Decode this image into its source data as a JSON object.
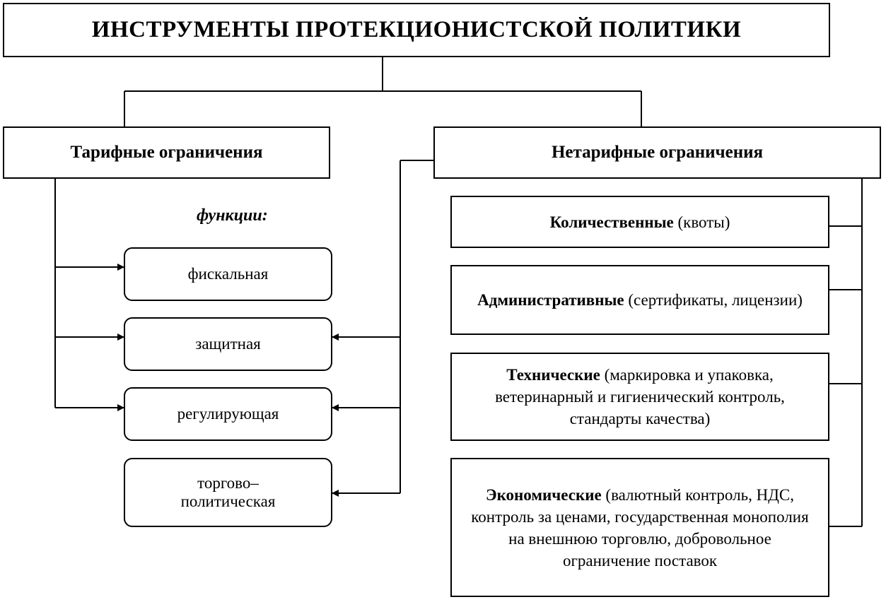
{
  "title": "ИНСТРУМЕНТЫ ПРОТЕКЦИОНИСТСКОЙ ПОЛИТИКИ",
  "tariff": {
    "header": "Тарифные ограничения",
    "functions_label": "функции:",
    "functions": [
      "фискальная",
      "защитная",
      "регулирующая",
      "торгово–\nполитическая"
    ]
  },
  "nontariff": {
    "header": "Нетарифные ограничения",
    "items": [
      {
        "name": "Количественные",
        "detail": " (квоты)"
      },
      {
        "name": "Административные",
        "detail": " (сертификаты, лицензии)"
      },
      {
        "name": "Технические",
        "detail": " (маркировка и упаковка, ветеринарный и гигиенический контроль, стандарты качества)"
      },
      {
        "name": "Экономические",
        "detail": " (валютный контроль, НДС, контроль за ценами, государственная монополия на внешнюю торговлю, добровольное ограничение поставок"
      }
    ]
  },
  "colors": {
    "line": "#000000",
    "box_border": "#000000",
    "background": "#ffffff"
  }
}
